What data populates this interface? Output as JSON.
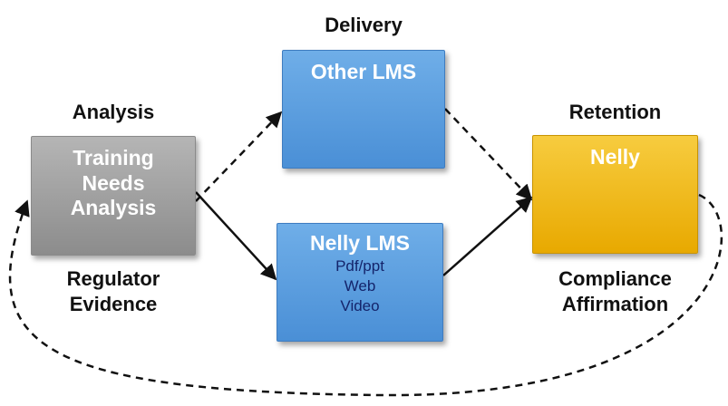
{
  "headings": {
    "delivery": "Delivery",
    "analysis": "Analysis",
    "retention": "Retention"
  },
  "captions": {
    "regulator": [
      "Regulator",
      "Evidence"
    ],
    "compliance": [
      "Compliance",
      "Affirmation"
    ]
  },
  "boxes": {
    "analysis": {
      "lines": [
        "Training",
        "Needs",
        "Analysis"
      ],
      "color": "#9e9e9e"
    },
    "other_lms": {
      "title": "Other LMS",
      "color": "#5a9de0"
    },
    "nelly_lms": {
      "title": "Nelly LMS",
      "items": [
        "Pdf/ppt",
        "Web",
        "Video"
      ],
      "color": "#5a9de0"
    },
    "nelly": {
      "title": "Nelly",
      "color": "#f2bb1a"
    }
  },
  "colors": {
    "connector": "#111111",
    "sub_text": "#14246b"
  }
}
